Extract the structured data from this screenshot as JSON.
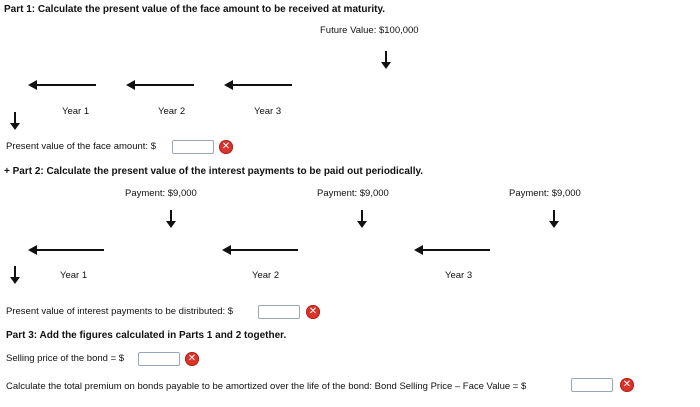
{
  "part1": {
    "heading": "Part 1: Calculate the present value of the face amount to be received at maturity.",
    "future_value": "Future Value: $100,000",
    "years": [
      "Year 1",
      "Year 2",
      "Year 3"
    ],
    "pv_face_label": "Present value of the face amount: $",
    "pv_face_value": ""
  },
  "part2": {
    "heading": "+ Part 2: Calculate the present value of the interest payments to be paid out periodically.",
    "payments": [
      "Payment: $9,000",
      "Payment: $9,000",
      "Payment: $9,000"
    ],
    "years": [
      "Year 1",
      "Year 2",
      "Year 3"
    ],
    "pv_interest_label": "Present value of interest payments to be distributed: $",
    "pv_interest_value": ""
  },
  "part3": {
    "heading": "Part 3: Add the figures calculated in Parts 1 and 2 together.",
    "selling_price_label": "Selling price of the bond = $",
    "selling_price_value": "",
    "premium_label": "Calculate the total premium on bonds payable to be amortized over the life of the bond: Bond Selling Price – Face Value = $",
    "premium_value": ""
  },
  "icons": {
    "error": "error-x-icon",
    "arrow_left": "arrow-left-icon",
    "arrow_down": "arrow-down-icon"
  },
  "colors": {
    "error_red": "#d9342b",
    "field_border": "#9aa7b8"
  }
}
